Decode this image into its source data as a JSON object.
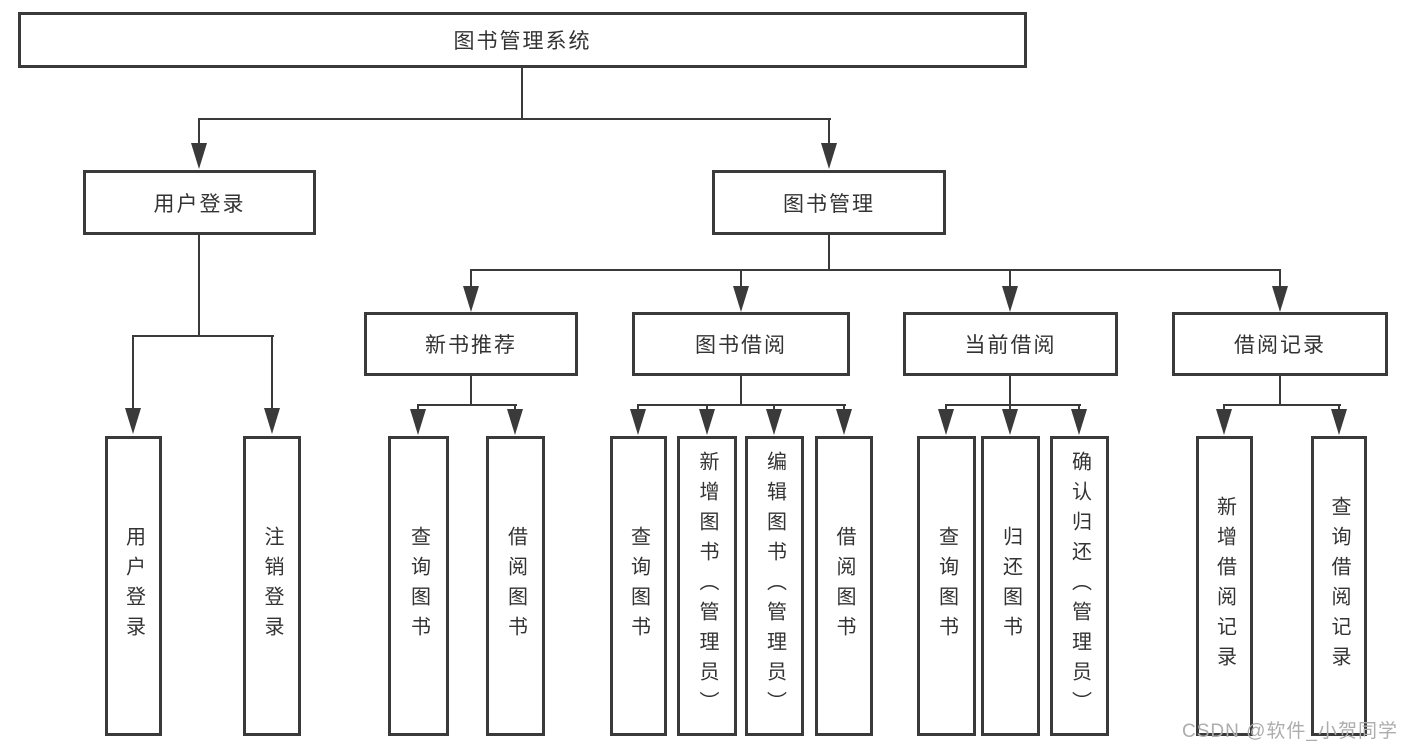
{
  "diagram": {
    "nodes": {
      "root": "图书管理系统",
      "user_login": "用户登录",
      "book_management": "图书管理",
      "new_book_recommend": "新书推荐",
      "book_borrow": "图书借阅",
      "current_borrow": "当前借阅",
      "borrow_records": "借阅记录"
    },
    "leaves": {
      "user_login": [
        "用户登录",
        "注销登录"
      ],
      "new_book_recommend": [
        "查询图书",
        "借阅图书"
      ],
      "book_borrow": [
        "查询图书",
        "新增图书（管理员）",
        "编辑图书（管理员）",
        "借阅图书"
      ],
      "current_borrow": [
        "查询图书",
        "归还图书",
        "确认归还（管理员）"
      ],
      "borrow_records": [
        "新增借阅记录",
        "查询借阅记录"
      ]
    },
    "watermark": "CSDN @软件_小贺同学",
    "colors": {
      "line": "#3a3a3a",
      "text": "#333333",
      "watermark": "#adadad",
      "background": "#ffffff"
    }
  }
}
